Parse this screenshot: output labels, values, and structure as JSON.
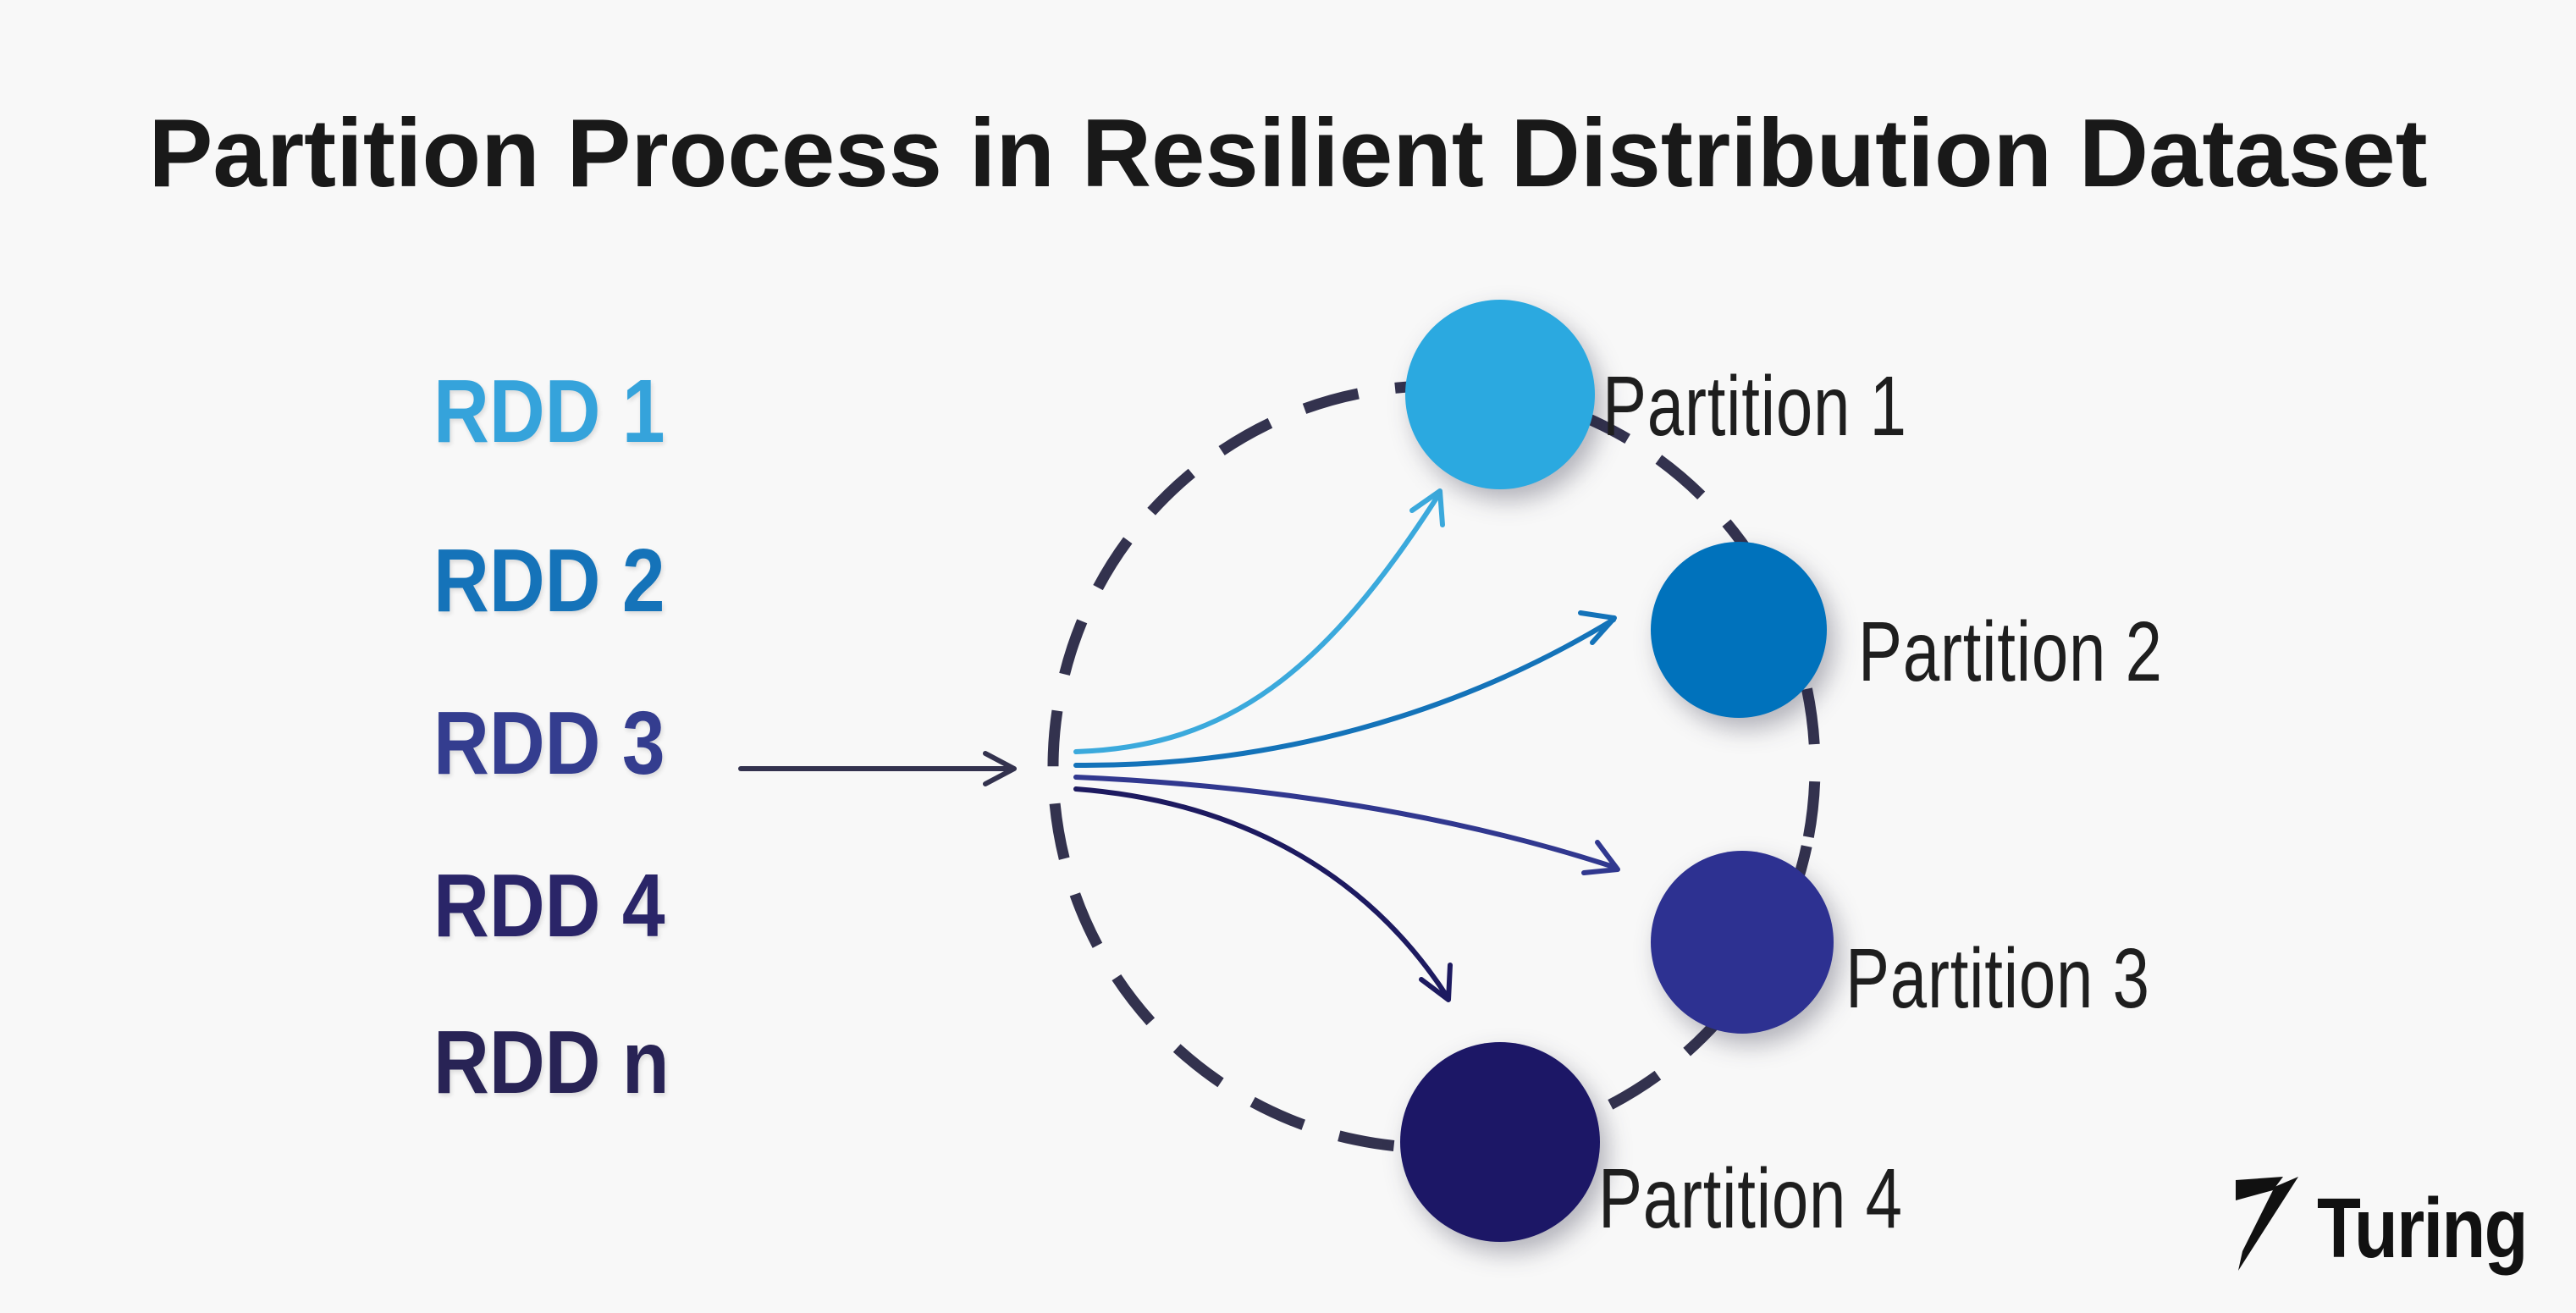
{
  "title": "Partition Process in Resilient Distribution Dataset",
  "colors": {
    "background": "#F8F8F8",
    "title": "#191919",
    "diagram_line": "#33324E",
    "partition_label": "#1E1E1E"
  },
  "rdd": {
    "items": [
      {
        "label": "RDD 1",
        "color": "#35A3DB"
      },
      {
        "label": "RDD 2",
        "color": "#1573B9"
      },
      {
        "label": "RDD 3",
        "color": "#343D8F"
      },
      {
        "label": "RDD 4",
        "color": "#2A2568"
      },
      {
        "label": "RDD n",
        "color": "#282355"
      }
    ]
  },
  "partitions": [
    {
      "label": "Partition 1",
      "circle_color": "#2BA9E0",
      "arrow_color": "#3BA9DC"
    },
    {
      "label": "Partition 2",
      "circle_color": "#0072BC",
      "arrow_color": "#1473B9"
    },
    {
      "label": "Partition 3",
      "circle_color": "#2D3191",
      "arrow_color": "#31388F"
    },
    {
      "label": "Partition 4",
      "circle_color": "#1C1766",
      "arrow_color": "#1D1A60"
    }
  ],
  "logo": {
    "text": "Turing",
    "color": "#111111"
  }
}
